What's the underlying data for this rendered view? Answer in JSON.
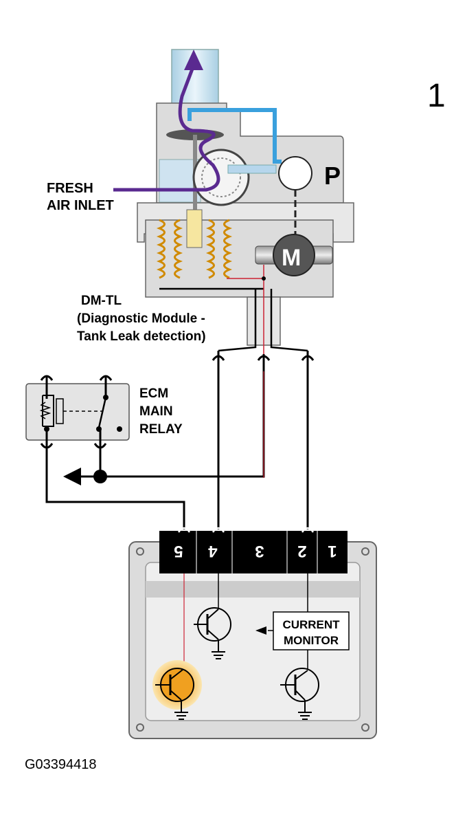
{
  "page_number": "1",
  "labels": {
    "fresh_air_1": "FRESH",
    "fresh_air_2": "AIR INLET",
    "pump": "P",
    "motor": "M",
    "dmtl_1": "DM-TL",
    "dmtl_2": "(Diagnostic Module -",
    "dmtl_3": "Tank Leak detection)",
    "relay_1": "ECM",
    "relay_2": "MAIN",
    "relay_3": "RELAY",
    "current_1": "CURRENT",
    "current_2": "MONITOR"
  },
  "ecm_pins": [
    "5",
    "4",
    "3",
    "2",
    "1"
  ],
  "figure_id": "G03394418",
  "colors": {
    "wire": "#000000",
    "signal_wire": "#cc2233",
    "air_flow": "#5a2a90",
    "air_duct": "#cfe6f2",
    "module_body": "#d9d9d9",
    "spring": "#d08a00",
    "active_transistor": "#f0a020"
  }
}
